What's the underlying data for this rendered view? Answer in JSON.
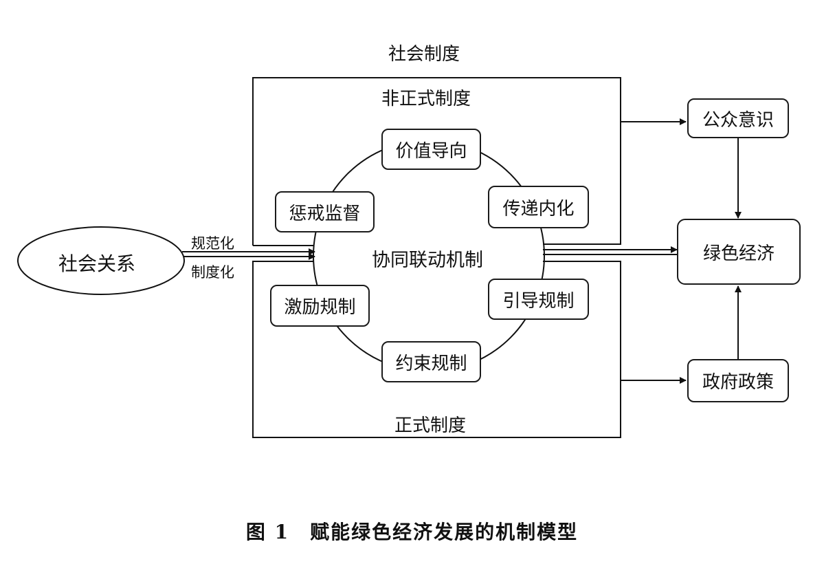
{
  "diagram": {
    "top_title": "社会制度",
    "informal_label": "非正式制度",
    "formal_label": "正式制度",
    "center_label": "协同联动机制",
    "social_relations": "社会关系",
    "arrow_label_top": "规范化",
    "arrow_label_bottom": "制度化",
    "cycle_nodes": {
      "value_orientation": "价值导向",
      "transmission": "传递内化",
      "guidance": "引导规制",
      "constraint": "约束规制",
      "incentive": "激励规制",
      "punishment": "惩戒监督"
    },
    "public_awareness": "公众意识",
    "green_economy": "绿色经济",
    "government_policy": "政府政策"
  },
  "caption": "图 1　赋能绿色经济发展的机制模型"
}
